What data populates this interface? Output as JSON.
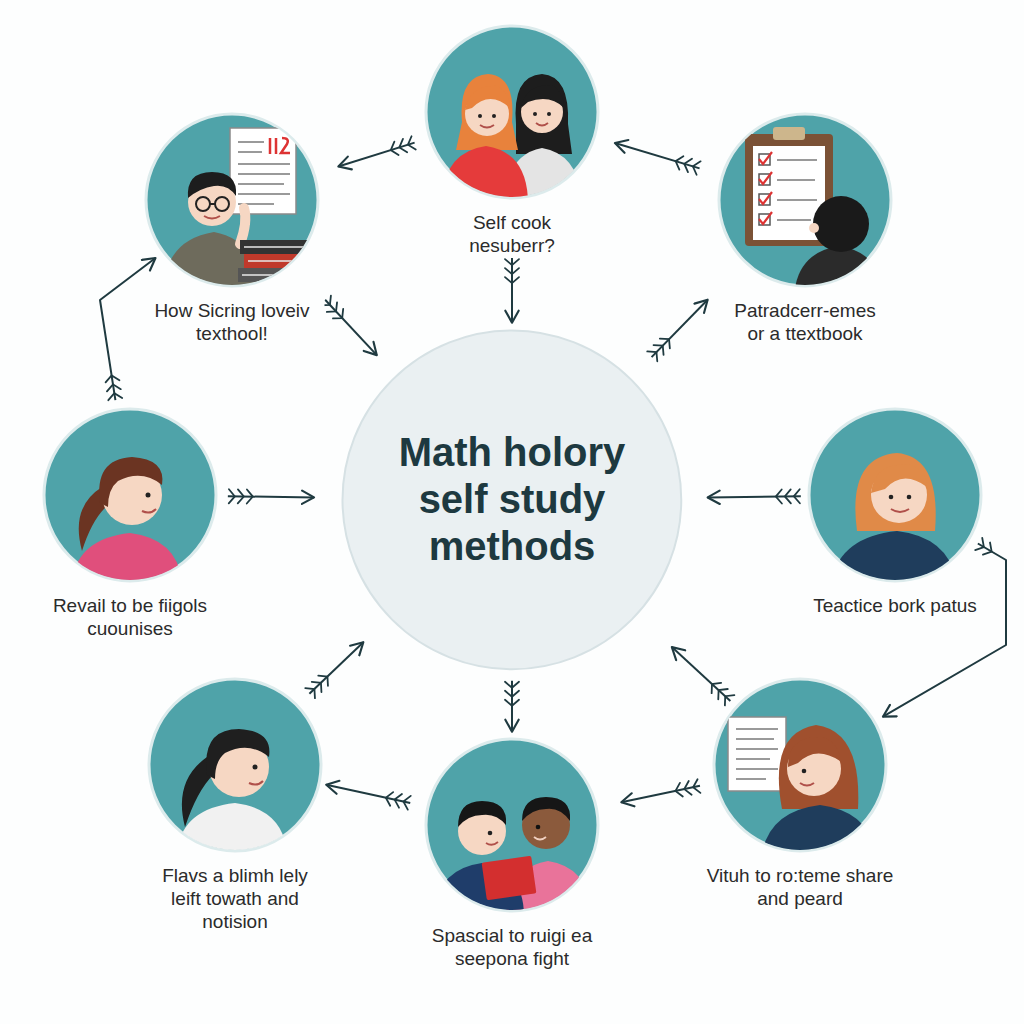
{
  "diagram": {
    "nodes": [
      {
        "text": [
          "Self cook nesuberr?"
        ]
      },
      {
        "text": [
          "How Sicring loveiv texthool!"
        ]
      },
      {
        "text": [
          "Patradcerr-emes or a ttextbook"
        ]
      },
      {
        "text": [
          "Revail to be fiigols cuounises"
        ]
      },
      {
        "text": [
          "Math holory self study methods"
        ]
      },
      {
        "text": [
          "Teactice bork patus"
        ]
      },
      {
        "text": [
          "Flavs a blimh lely leift towath and notision"
        ]
      },
      {
        "text": [
          "Spascial to ruigi ea seepona fight"
        ]
      },
      {
        "text": [
          "Vituh to ro:teme share and peard"
        ]
      }
    ],
    "edges": [
      {
        "from": 0,
        "to": 1,
        "arrow": "to"
      },
      {
        "from": 2,
        "to": 0,
        "arrow": "to"
      },
      {
        "from": 0,
        "to": 4,
        "arrow": "to"
      },
      {
        "from": 1,
        "to": 4,
        "arrow": "to"
      },
      {
        "from": 4,
        "to": 2,
        "arrow": "to"
      },
      {
        "from": 3,
        "to": 4,
        "arrow": "to"
      },
      {
        "from": 3,
        "to": 1,
        "arrow": "to"
      },
      {
        "from": 5,
        "to": 4,
        "arrow": "to"
      },
      {
        "from": 5,
        "to": 8,
        "arrow": "to"
      },
      {
        "from": 8,
        "to": 4,
        "arrow": "to"
      },
      {
        "from": 8,
        "to": 7,
        "arrow": "to"
      },
      {
        "from": 4,
        "to": 7,
        "arrow": "to"
      },
      {
        "from": 6,
        "to": 4,
        "arrow": "to"
      },
      {
        "from": 7,
        "to": 6,
        "arrow": "to"
      }
    ]
  }
}
